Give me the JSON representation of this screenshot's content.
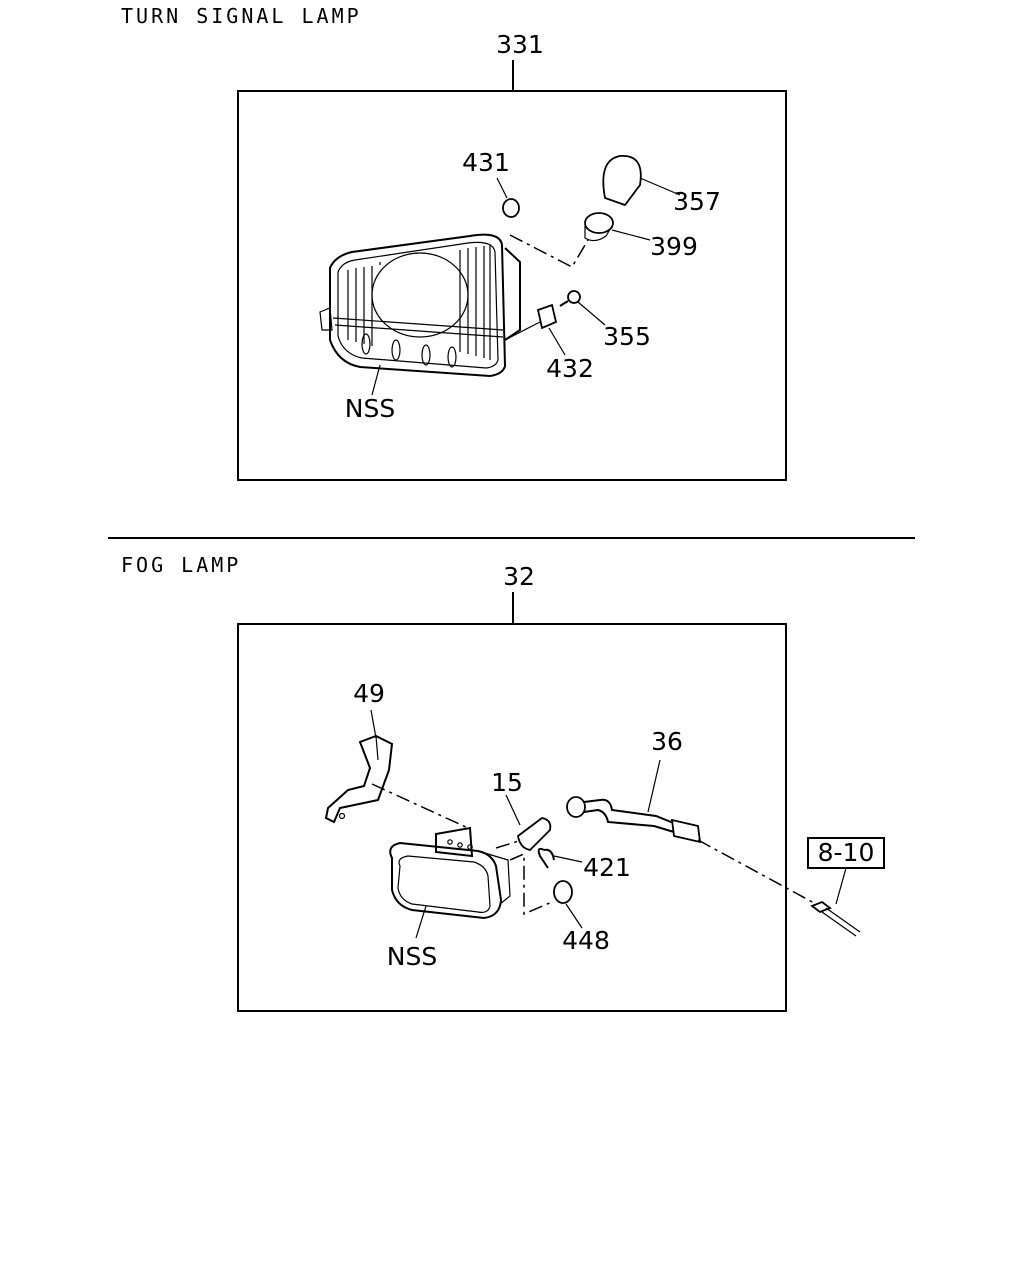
{
  "sections": {
    "turn_signal": {
      "title": "TURN SIGNAL LAMP",
      "assembly_ref": "331",
      "callouts": {
        "c431": "431",
        "c357": "357",
        "c399": "399",
        "c355": "355",
        "c432": "432",
        "nss": "NSS"
      }
    },
    "fog_lamp": {
      "title": "FOG LAMP",
      "assembly_ref": "32",
      "callouts": {
        "c49": "49",
        "c36": "36",
        "c15": "15",
        "c421": "421",
        "c448": "448",
        "nss": "NSS",
        "ref_810": "8-10"
      }
    }
  }
}
